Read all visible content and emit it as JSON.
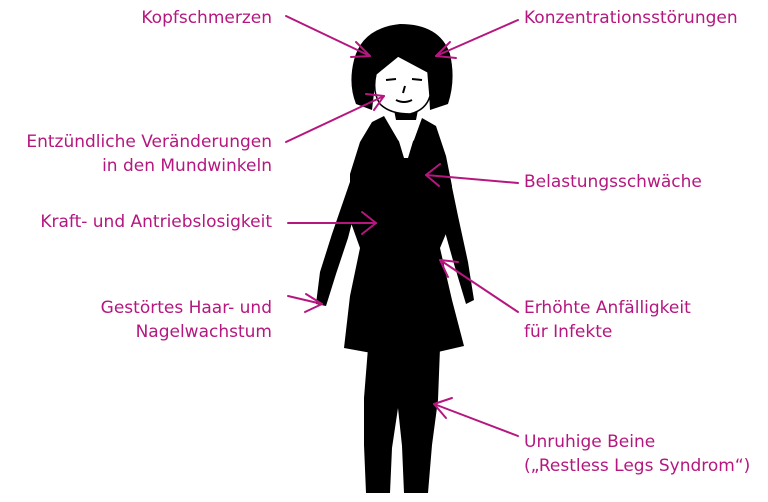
{
  "colors": {
    "accent": "#b5177f",
    "figure": "#000000",
    "background": "#ffffff"
  },
  "labels": {
    "headache": {
      "lines": [
        "Kopfschmerzen"
      ]
    },
    "concentration": {
      "lines": [
        "Konzentrationsstörungen"
      ]
    },
    "mouth": {
      "lines": [
        "Entzündliche Veränderungen",
        "in den Mundwinkeln"
      ]
    },
    "exercise": {
      "lines": [
        "Belastungsschwäche"
      ]
    },
    "energy": {
      "lines": [
        "Kraft- und Antriebslosigkeit"
      ]
    },
    "hair": {
      "lines": [
        "Gestörtes Haar- und",
        "Nagelwachstum"
      ]
    },
    "infection": {
      "lines": [
        "Erhöhte Anfälligkeit",
        "für Infekte"
      ]
    },
    "legs": {
      "lines": [
        "Unruhige Beine",
        "(„Restless Legs Syndrom“)"
      ]
    }
  }
}
